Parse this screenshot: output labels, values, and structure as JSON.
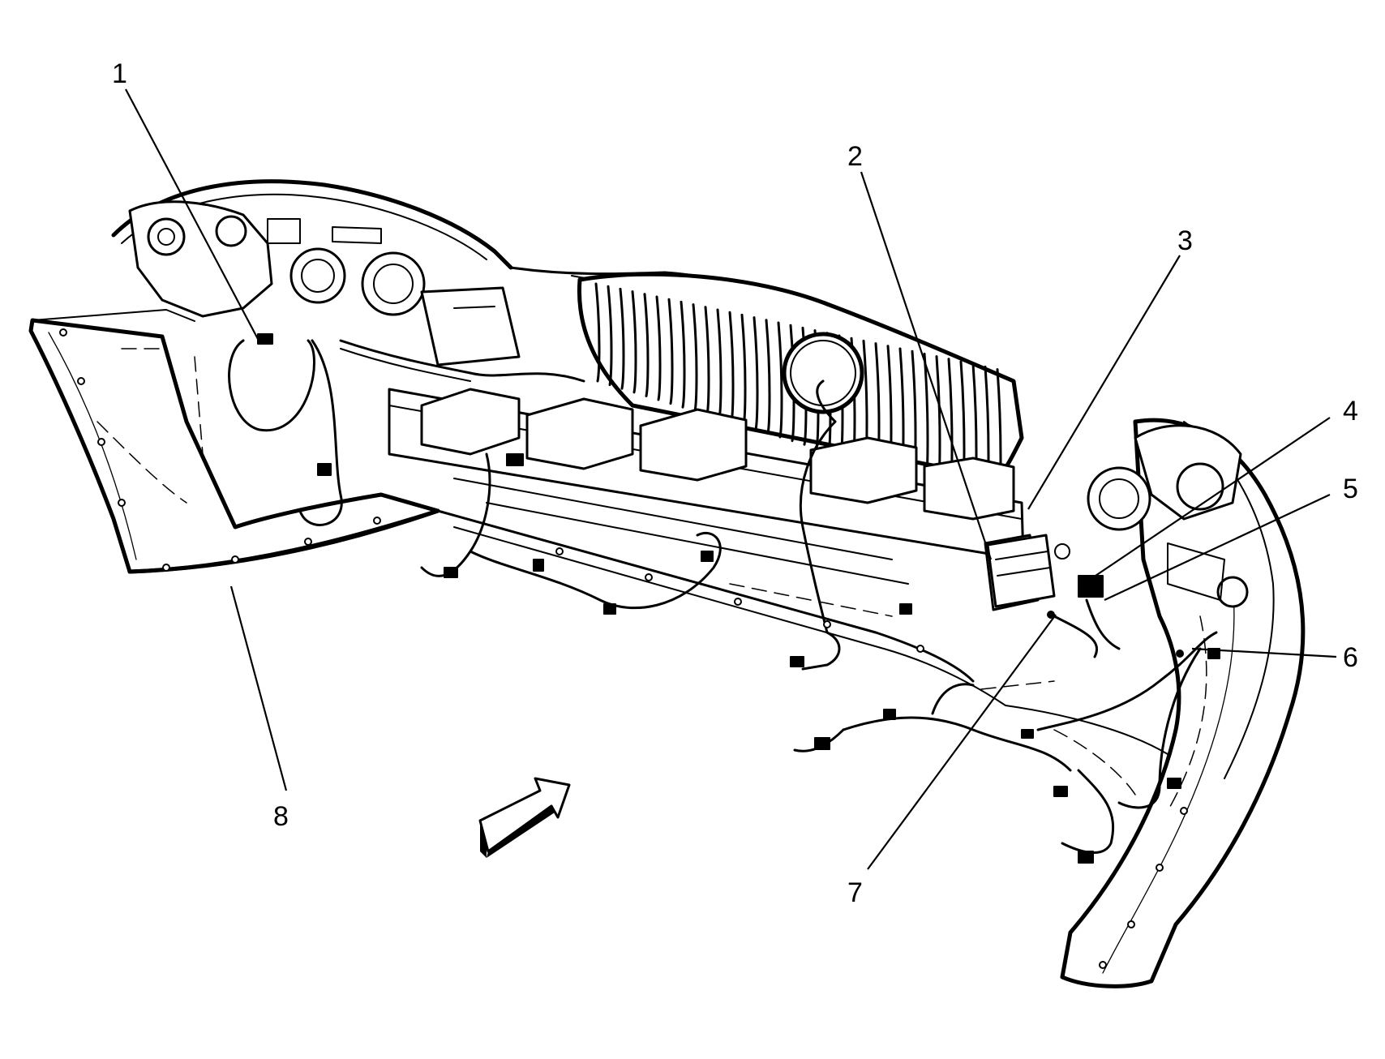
{
  "figure": {
    "subject": "front-bumper-fascia-wiring-illustration",
    "callouts": [
      {
        "id": "1",
        "label": "1"
      },
      {
        "id": "2",
        "label": "2"
      },
      {
        "id": "3",
        "label": "3"
      },
      {
        "id": "4",
        "label": "4"
      },
      {
        "id": "5",
        "label": "5"
      },
      {
        "id": "6",
        "label": "6"
      },
      {
        "id": "7",
        "label": "7"
      },
      {
        "id": "8",
        "label": "8"
      }
    ],
    "direction_arrow": "view-direction-arrow-icon",
    "colors": {
      "ink": "#000000",
      "paper": "#ffffff"
    }
  }
}
